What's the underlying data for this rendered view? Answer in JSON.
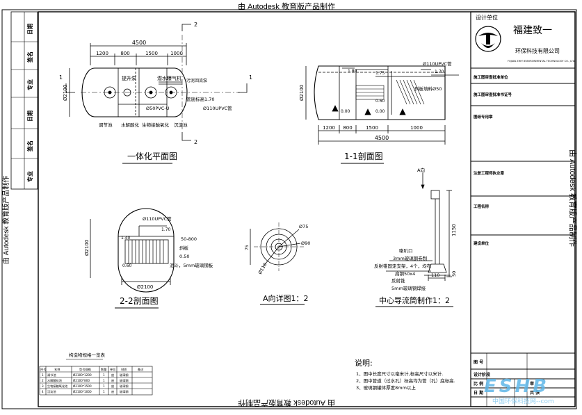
{
  "watermark": {
    "top": "由 Autodesk 教育版产品制作",
    "bottom": "由 Autodesk 教育版产品制作",
    "right": "由 Autodesk 教育版产品制作",
    "left": "由 Autodesk 教育版产品制作"
  },
  "left_strip": [
    "日期",
    "签名",
    "专业",
    "日期",
    "签名",
    "专业"
  ],
  "title_block": {
    "design_unit_label": "设计单位",
    "company_name": "福建致一",
    "company_sub": "环保科技有限公司",
    "company_en": "FUJIAN ZHIYI ENVIRONMENTAL TECHNOLOGY CO., LTD",
    "rows": [
      "施工图审查批准单位",
      "施工图审查批准书证号",
      "图纸专用章",
      "注册工程师执业章",
      "工程名称",
      "建设单位"
    ],
    "bottom_rows": [
      "图 号",
      "设计阶段",
      "比 例",
      "日 期"
    ],
    "bottom_right": [
      "审",
      "共 张"
    ]
  },
  "logo_watermark": {
    "text": "ESHB",
    "url": "中国环保科技网--com"
  },
  "plan_view": {
    "caption": "一体化平面图",
    "dim_total": "4500",
    "dims": [
      "1200",
      "800",
      "1500",
      "1000"
    ],
    "height_dim": "Ø2100",
    "section_marks": [
      "1",
      "1",
      "2",
      "2"
    ],
    "labels": {
      "pump": "提升泵",
      "aerator": "潜水曝气机",
      "sludge": "污泥回流泵",
      "pipe_top": "管底标高1.70",
      "pvc_u": "Ø50PVC-U",
      "pvc_pipe": "Ø110UPVC管",
      "tank1": "调节池",
      "tank2": "水解酸化",
      "tank3": "生物接触氧化",
      "tank4": "沉淀池"
    }
  },
  "section_11": {
    "caption": "1-1剖面图",
    "dim_total": "4500",
    "dims": [
      "1200",
      "800",
      "1500",
      "1000"
    ],
    "height_dim": "Ø2100",
    "pipe_label": "Ø110UPVC管",
    "slope_label": "斜板填料Ø50",
    "levels": [
      "1.80",
      "1.75",
      "1.70",
      "0.60",
      "0.00",
      "0.00"
    ]
  },
  "section_22": {
    "caption": "2-2剖面图",
    "pipe_label": "Ø110UPVC管",
    "level_top": "1.70",
    "level_mid": "1.40",
    "dim_right": "50-800",
    "slope": "斜板",
    "level_low": "0.50",
    "level_base": "0.60",
    "hopper": "泥斗，5mm玻璃钢板",
    "height_dim": "Ø2100",
    "width_dim": "Ø2100"
  },
  "detail_a": {
    "caption": "A向详图1：2",
    "dims": [
      "Ø75",
      "Ø90",
      "Ø110",
      "75"
    ]
  },
  "center_pipe": {
    "caption": "中心导流筒制作1：2",
    "a_dir": "A向",
    "dim_v": "1150",
    "dim_v2": "50",
    "dim_h": "110",
    "labels": [
      "喇叭口",
      "3mm玻璃钢卷制",
      "反射锥固定支架，4个，均布",
      "扁钢50x4",
      "反射锥",
      "5mm玻璃钢焊接"
    ]
  },
  "table": {
    "title": "构造物规格一览表",
    "headers": [
      "序号",
      "名称",
      "型号规格",
      "数量",
      "单位",
      "材质",
      "备注"
    ],
    "rows": [
      [
        "1",
        "调节池",
        "Ø2100*1200",
        "1",
        "座",
        "玻璃钢",
        ""
      ],
      [
        "2",
        "水解酸化池",
        "Ø2100*800",
        "1",
        "座",
        "玻璃钢",
        ""
      ],
      [
        "3",
        "生物接触氧化池",
        "Ø2100*1500",
        "1",
        "座",
        "玻璃钢",
        ""
      ],
      [
        "4",
        "沉淀池",
        "Ø2100*1000",
        "1",
        "座",
        "玻璃钢",
        ""
      ]
    ]
  },
  "notes": {
    "title": "说明:",
    "items": [
      "1、图中长度尺寸以毫米计,标高尺寸以米计.",
      "2、图中管道（过水孔）标高均为管（孔）底标高.",
      "3、玻璃钢罐体厚度8mm以上"
    ]
  }
}
